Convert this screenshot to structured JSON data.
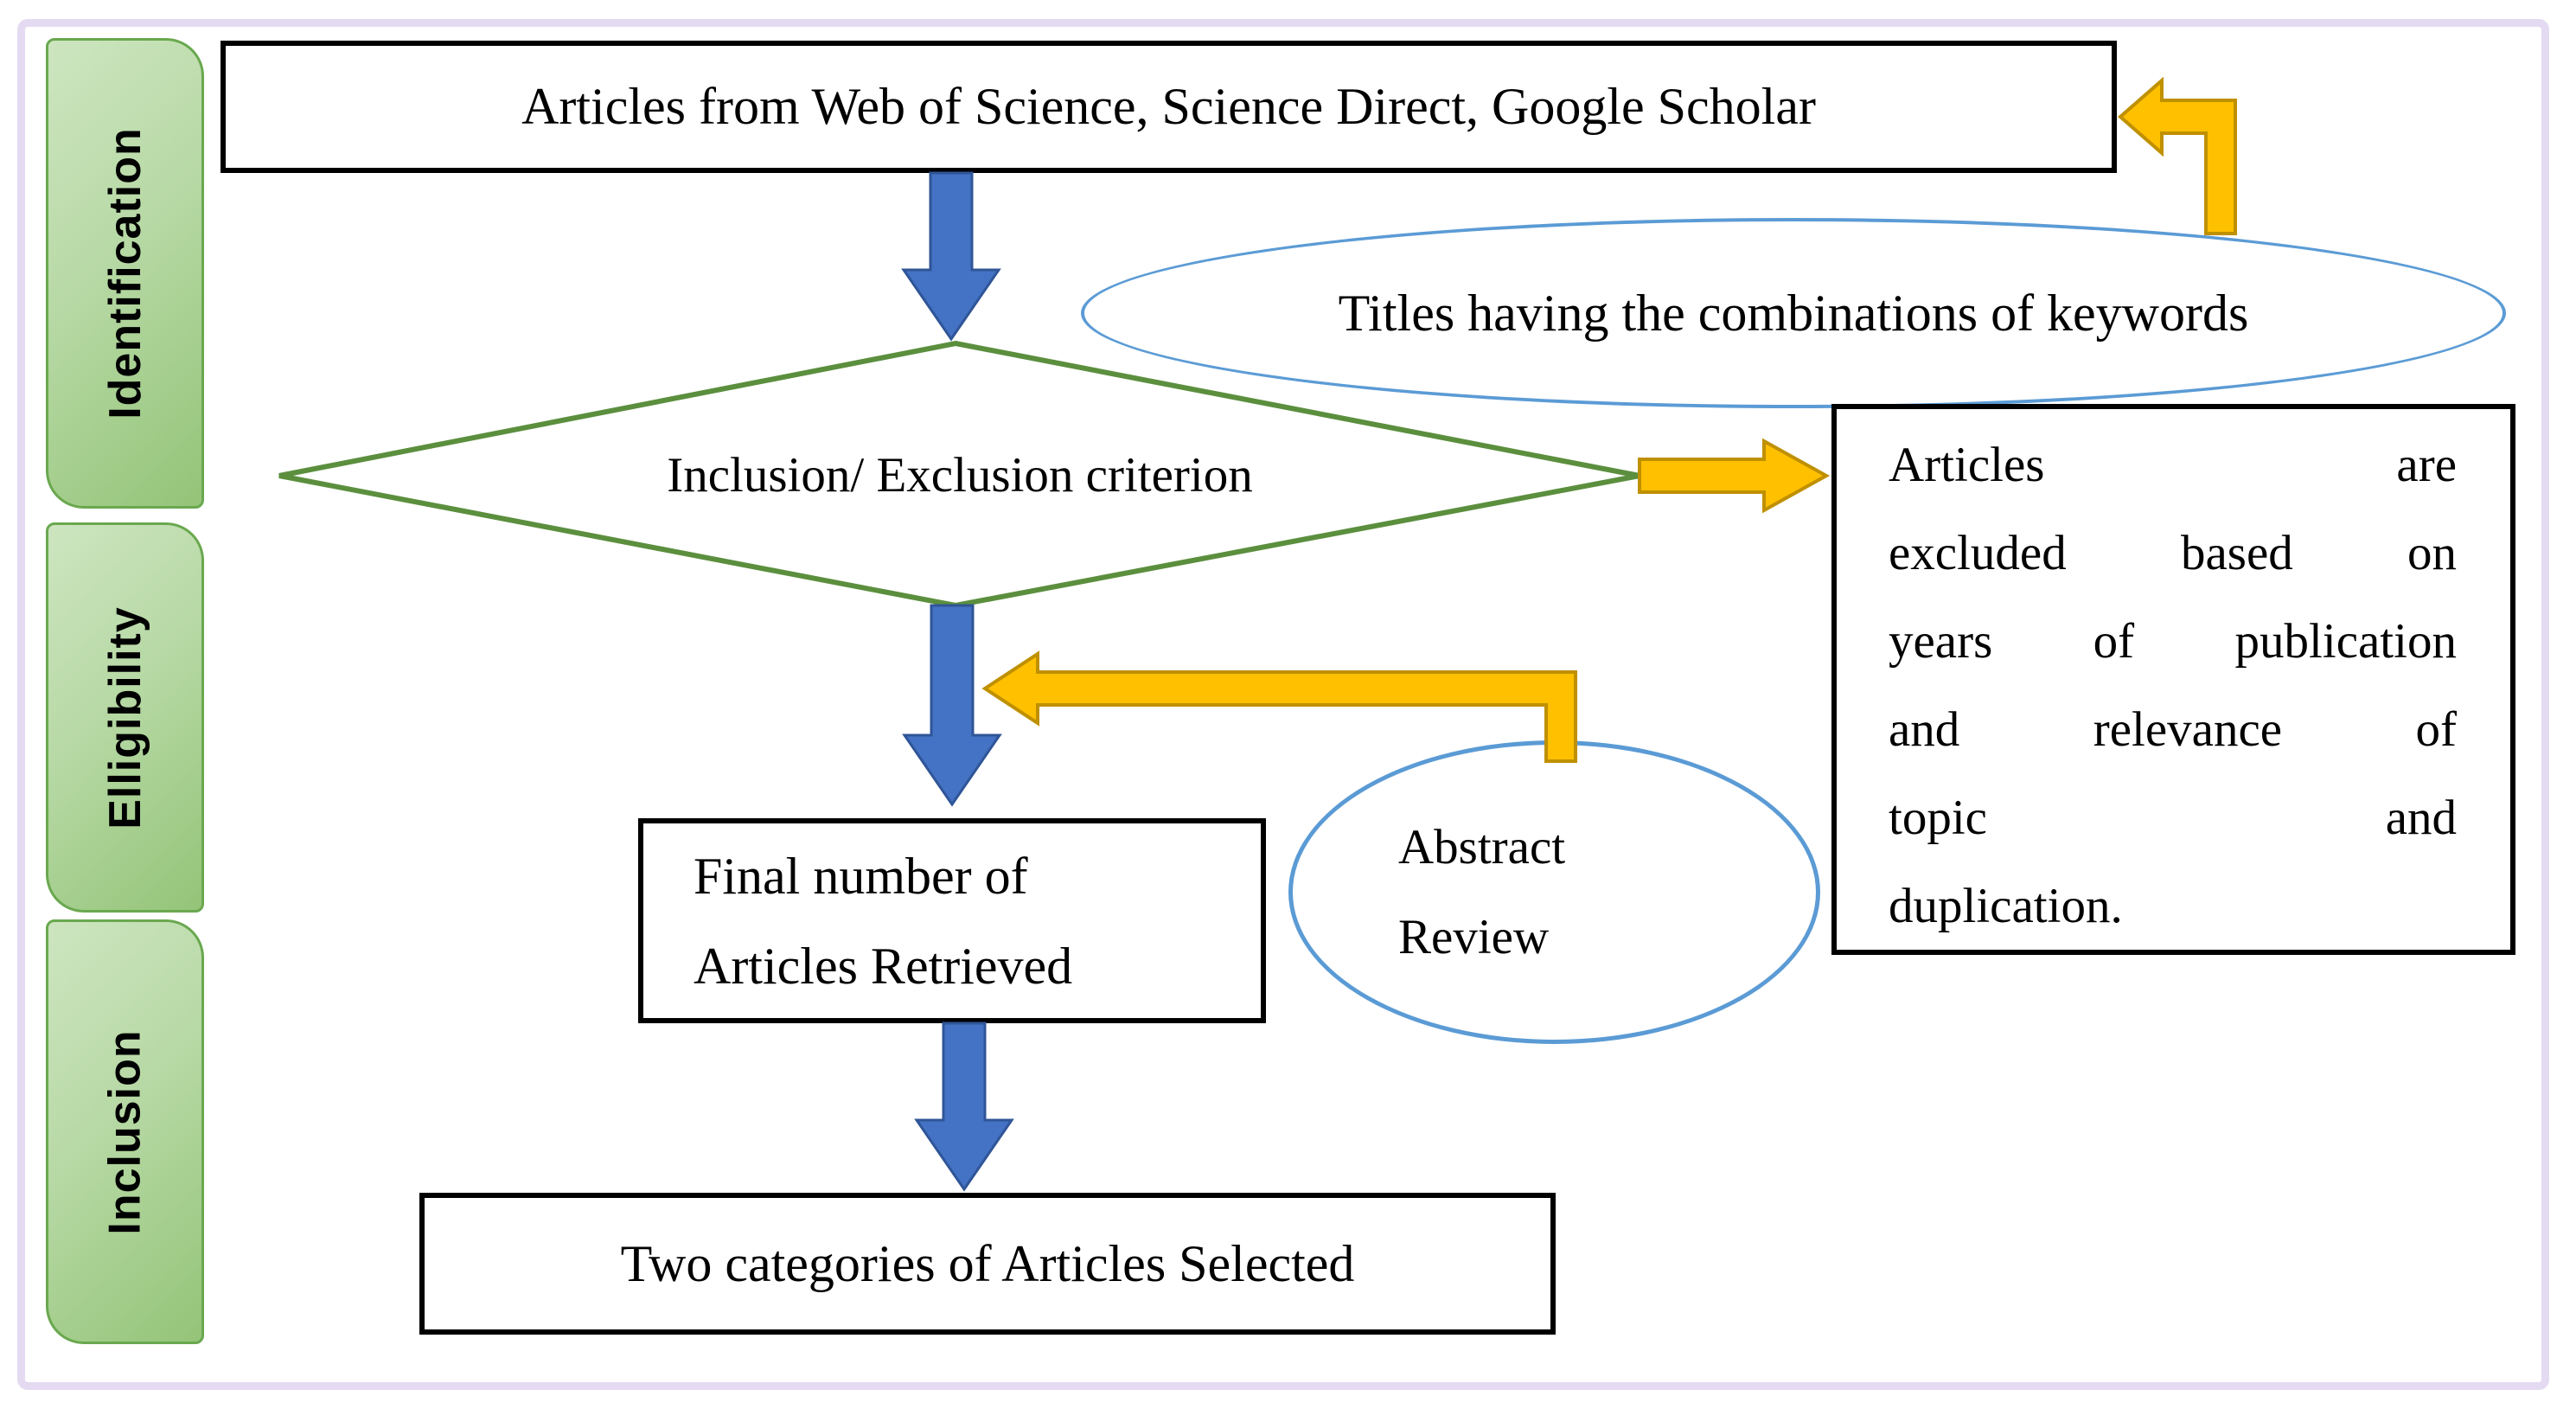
{
  "colors": {
    "frame_border": "#E4DAF1",
    "tab_border": "#6AA84F",
    "tab_fill_light": "#CDE5C0",
    "tab_fill_dark": "#94C478",
    "diamond_border": "#5B8F3E",
    "ellipse_border": "#5B9BD5",
    "box_border": "#000000",
    "blue_arrow_fill": "#4472C4",
    "blue_arrow_edge": "#2F5597",
    "orange_arrow_fill": "#FFC000",
    "orange_arrow_edge": "#BF9000",
    "text_color": "#000000"
  },
  "sidebar": {
    "tabs": [
      {
        "label": "Identification"
      },
      {
        "label": "Elligibility"
      },
      {
        "label": "Inclusion"
      }
    ]
  },
  "flowchart": {
    "sources_box": "Articles from Web of Science, Science Direct, Google Scholar",
    "keywords_ellipse": "Titles having the combinations of keywords",
    "criterion_diamond": "Inclusion/ Exclusion criterion",
    "excluded_box": {
      "lines": [
        "Articles are",
        "excluded based on",
        "years of publication",
        "and relevance of",
        "topic and",
        "duplication."
      ]
    },
    "final_box": {
      "lines": [
        "Final number of",
        "Articles Retrieved"
      ]
    },
    "abstract_ellipse": {
      "lines": [
        "Abstract",
        "Review"
      ]
    },
    "selected_box": "Two categories of Articles Selected"
  }
}
